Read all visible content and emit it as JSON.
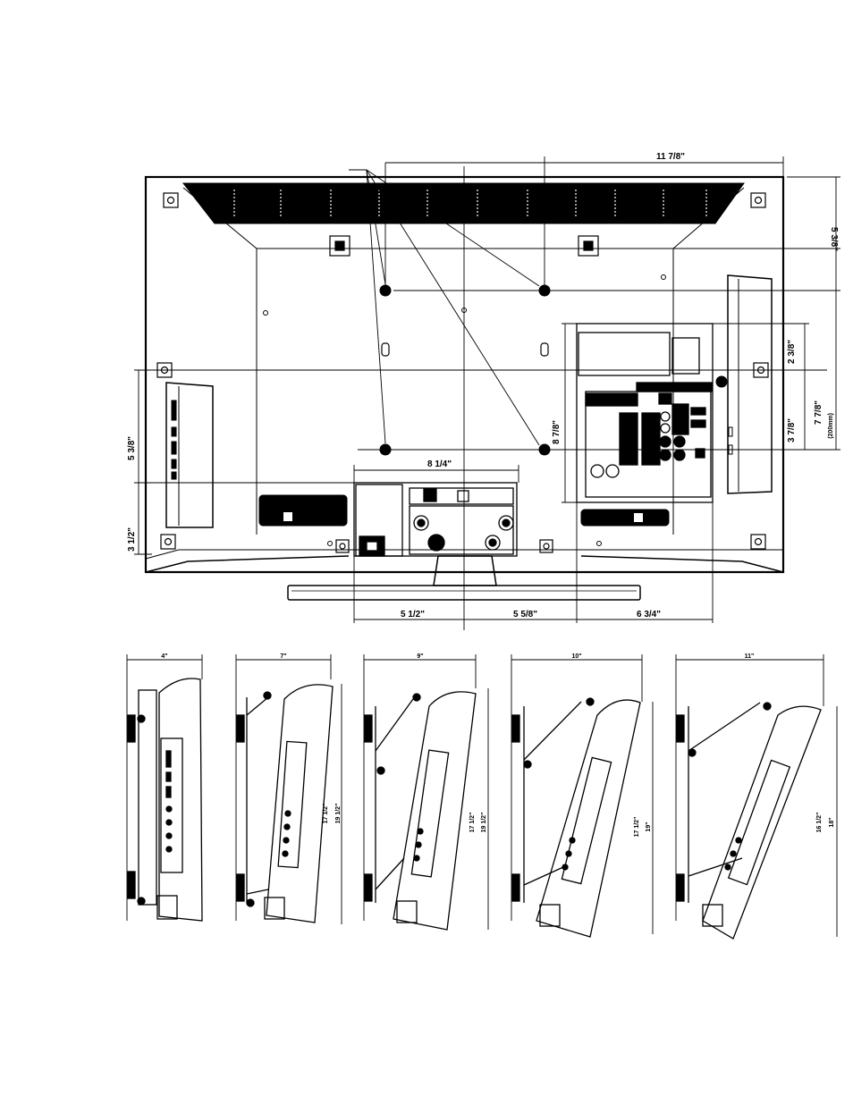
{
  "rear_view": {
    "top_width": "11 7/8\"",
    "upper_height": "5 3/8\"",
    "mid_height_a": "2 3/8\"",
    "mid_height_b": "3 7/8\"",
    "vesa_total": "7 7/8\"",
    "vesa_metric": "(200mm)",
    "panel_height": "8 7/8\"",
    "left_upper": "5 3/8\"",
    "left_lower": "3 1/2\"",
    "base_width": "8 1/4\"",
    "bottom_a": "5 1/2\"",
    "bottom_b": "5 5/8\"",
    "bottom_c": "6 3/4\""
  },
  "side_views": [
    {
      "depth": "4\"",
      "height_a": "",
      "height_b": ""
    },
    {
      "depth": "7\"",
      "height_a": "17 1/2\"",
      "height_b": "19 1/2\""
    },
    {
      "depth": "9\"",
      "height_a": "17 1/2\"",
      "height_b": "19 1/2\""
    },
    {
      "depth": "10\"",
      "height_a": "17 1/2\"",
      "height_b": "19\""
    },
    {
      "depth": "11\"",
      "height_a": "16 1/2\"",
      "height_b": "18\""
    }
  ]
}
